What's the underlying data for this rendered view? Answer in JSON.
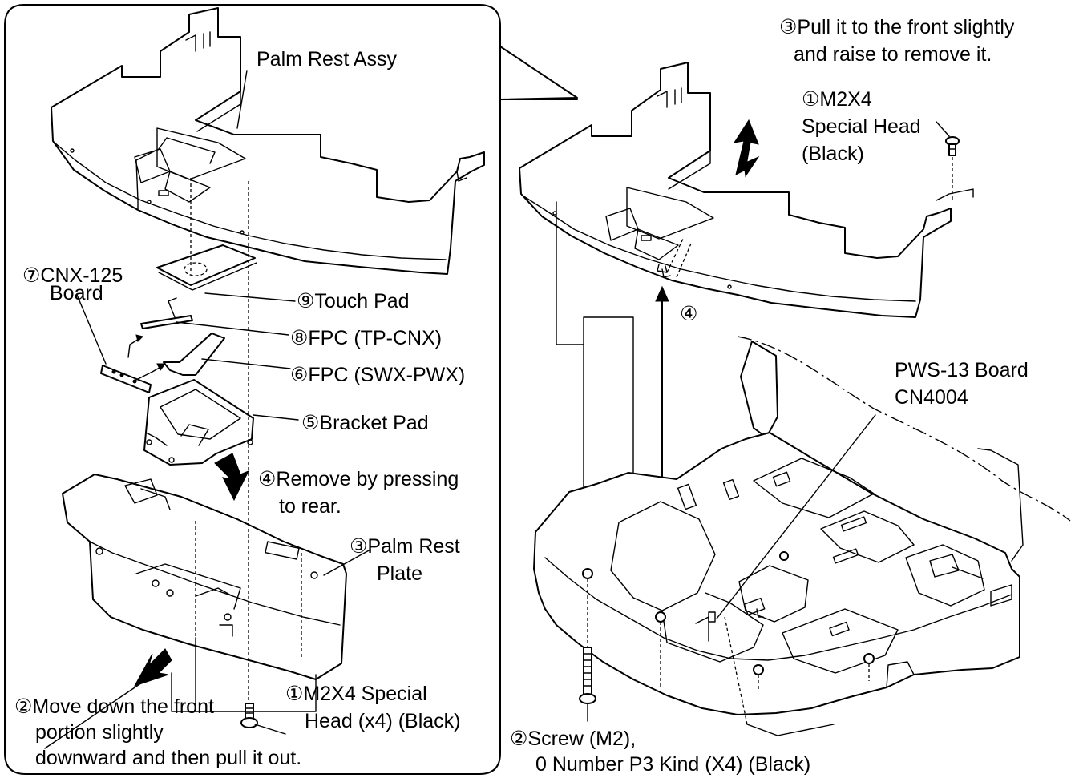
{
  "labels": {
    "palm_rest_assy": "Palm Rest Assy",
    "cnx125_line1": "⑦CNX-125",
    "cnx125_line2": "Board",
    "touch_pad": "⑨Touch Pad",
    "fpc_tp_cnx": "⑧FPC (TP-CNX)",
    "fpc_swx_pwx": "⑥FPC (SWX-PWX)",
    "bracket_pad": "⑤Bracket Pad",
    "remove_pressing_line1": "④Remove by pressing",
    "remove_pressing_line2": "to rear.",
    "palm_rest_plate_line1": "③Palm Rest",
    "palm_rest_plate_line2": "Plate",
    "screw_left_line1": "①M2X4 Special",
    "screw_left_line2": "Head (x4) (Black)",
    "move_down_line1": "②Move down the front",
    "move_down_line2": "portion slightly",
    "move_down_line3": "downward and then pull it out.",
    "pull_front_line1": "③Pull it to the front slightly",
    "pull_front_line2": "and raise to remove it.",
    "screw_right_line1": "①M2X4",
    "screw_right_line2": "Special Head",
    "screw_right_line3": "(Black)",
    "step4_marker": "④",
    "pws_board_line1": "PWS-13 Board",
    "pws_board_line2": "CN4004",
    "screw_m2_line1": "②Screw (M2),",
    "screw_m2_line2": "0 Number P3 Kind (X4) (Black)"
  }
}
